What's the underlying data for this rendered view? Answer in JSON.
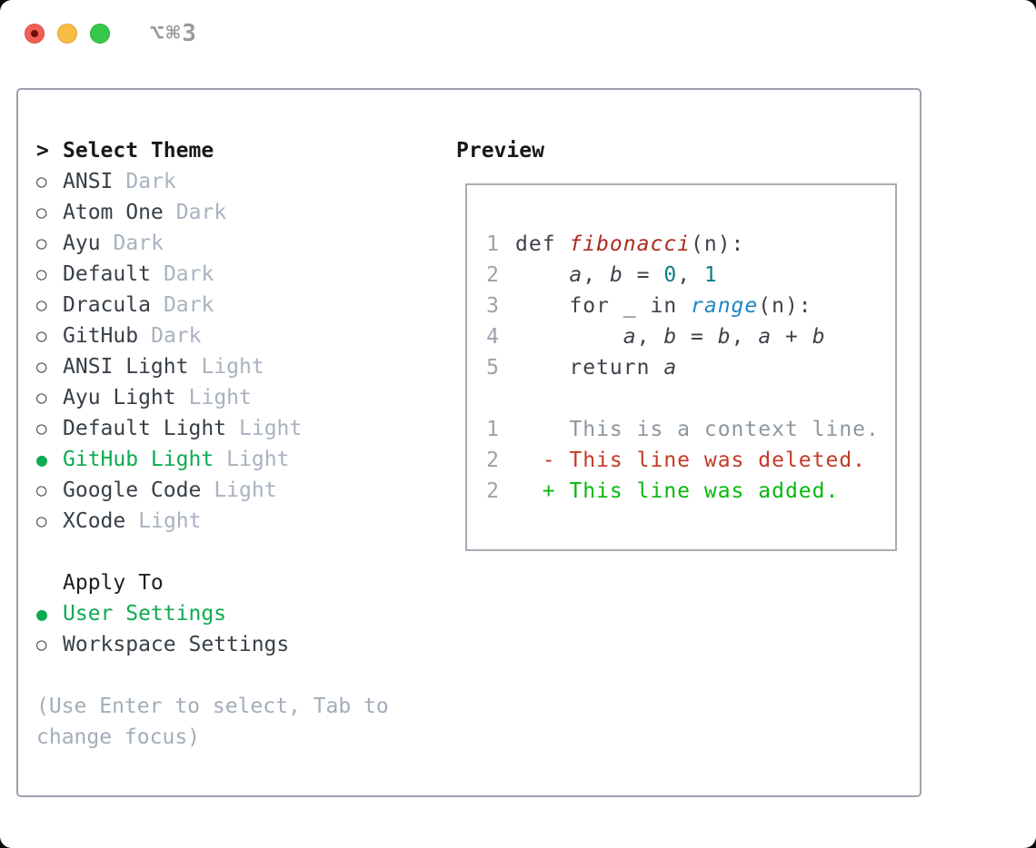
{
  "window": {
    "shortcut": "⌥⌘3",
    "traffic_lights": [
      {
        "name": "close",
        "color": "#f15e55",
        "has_dot": true
      },
      {
        "name": "minimize",
        "color": "#f7bd45",
        "has_dot": false
      },
      {
        "name": "zoom",
        "color": "#35c84a",
        "has_dot": false
      }
    ]
  },
  "colors": {
    "selected_green": "#0dab51",
    "plain": "#3d434b",
    "function": "#ad2b1e",
    "number": "#0d7e88",
    "builtin": "#1e86c5",
    "context": "#8e969e",
    "deleted": "#c43a26",
    "added": "#07b80c",
    "variable": "#3d434b",
    "label_dark": "#383f47",
    "variant_gray": "#a9b2bf",
    "hint_gray": "#a3adb9"
  },
  "theme_panel": {
    "header": {
      "prefix": ">",
      "label": "Select Theme"
    },
    "themes": [
      {
        "name": "ANSI",
        "variant": "Dark",
        "selected": false
      },
      {
        "name": "Atom One",
        "variant": "Dark",
        "selected": false
      },
      {
        "name": "Ayu",
        "variant": "Dark",
        "selected": false
      },
      {
        "name": "Default",
        "variant": "Dark",
        "selected": false
      },
      {
        "name": "Dracula",
        "variant": "Dark",
        "selected": false
      },
      {
        "name": "GitHub",
        "variant": "Dark",
        "selected": false
      },
      {
        "name": "ANSI Light",
        "variant": "Light",
        "selected": false
      },
      {
        "name": "Ayu Light",
        "variant": "Light",
        "selected": false
      },
      {
        "name": "Default Light",
        "variant": "Light",
        "selected": false
      },
      {
        "name": "GitHub Light",
        "variant": "Light",
        "selected": true
      },
      {
        "name": "Google Code",
        "variant": "Light",
        "selected": false
      },
      {
        "name": "XCode",
        "variant": "Light",
        "selected": false
      }
    ],
    "apply_to": {
      "label": "Apply To",
      "options": [
        {
          "name": "User Settings",
          "selected": true
        },
        {
          "name": "Workspace Settings",
          "selected": false
        }
      ]
    },
    "hint": "(Use Enter to select, Tab to change focus)"
  },
  "preview": {
    "label": "Preview",
    "lines": [
      {
        "num": "1",
        "segments": [
          {
            "t": "def ",
            "c": "plain"
          },
          {
            "t": "fibonacci",
            "c": "function",
            "i": true
          },
          {
            "t": "(n):",
            "c": "plain"
          }
        ]
      },
      {
        "num": "2",
        "segments": [
          {
            "t": "    ",
            "c": "plain"
          },
          {
            "t": "a",
            "c": "variable",
            "i": true
          },
          {
            "t": ", ",
            "c": "plain"
          },
          {
            "t": "b",
            "c": "variable",
            "i": true
          },
          {
            "t": " = ",
            "c": "plain"
          },
          {
            "t": "0",
            "c": "number"
          },
          {
            "t": ", ",
            "c": "plain"
          },
          {
            "t": "1",
            "c": "number"
          }
        ]
      },
      {
        "num": "3",
        "segments": [
          {
            "t": "    for _ in ",
            "c": "plain"
          },
          {
            "t": "range",
            "c": "builtin",
            "i": true
          },
          {
            "t": "(n):",
            "c": "plain"
          }
        ]
      },
      {
        "num": "4",
        "segments": [
          {
            "t": "        ",
            "c": "plain"
          },
          {
            "t": "a",
            "c": "variable",
            "i": true
          },
          {
            "t": ", ",
            "c": "plain"
          },
          {
            "t": "b",
            "c": "variable",
            "i": true
          },
          {
            "t": " = ",
            "c": "plain"
          },
          {
            "t": "b",
            "c": "variable",
            "i": true
          },
          {
            "t": ", ",
            "c": "plain"
          },
          {
            "t": "a",
            "c": "variable",
            "i": true
          },
          {
            "t": " + ",
            "c": "plain"
          },
          {
            "t": "b",
            "c": "variable",
            "i": true
          }
        ]
      },
      {
        "num": "5",
        "segments": [
          {
            "t": "    return ",
            "c": "plain"
          },
          {
            "t": "a",
            "c": "variable",
            "i": true
          }
        ]
      },
      {
        "num": "",
        "segments": []
      },
      {
        "num": "1",
        "segments": [
          {
            "t": "    This is a context line.",
            "c": "context"
          }
        ]
      },
      {
        "num": "2",
        "segments": [
          {
            "t": "  - This line was deleted.",
            "c": "deleted"
          }
        ]
      },
      {
        "num": "2",
        "segments": [
          {
            "t": "  + This line was added.",
            "c": "added"
          }
        ]
      }
    ]
  }
}
